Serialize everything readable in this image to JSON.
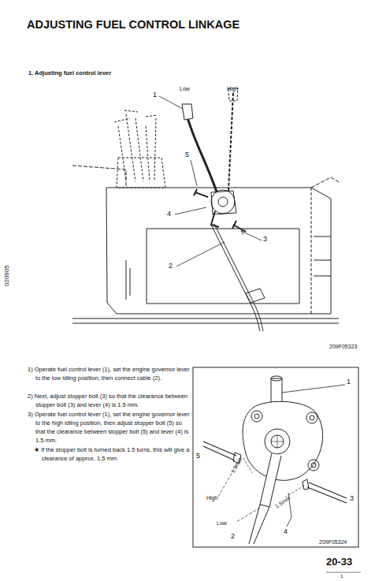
{
  "diagram": {
    "title": "ADJUSTING FUEL CONTROL LINKAGE",
    "labels": [
      "1. Adjusting fuel control lever",
      "1",
      "Low",
      "High",
      "5",
      "4",
      "3",
      "2",
      "209F05323",
      "020905",
      "1) Operate fuel control lever (1), set the engine governor lever to the low idling position, then connect cable (2).",
      "2) Next, adjust stopper bolt (3) so that the clearance between stopper bolt (3) and lever (4) is 1.5 mm.",
      "3) Operate fuel control lever (1), set the engine governor lever to the high idling position, then adjust stopper bolt (5) so that the clearance between stopper bolt (5) and lever (4) is 1.5 mm.",
      "★ If the stopper bolt is turned back 1.5 turns, this will give a clearance of approx. 1.5 mm.",
      "1",
      "5",
      "1.5mm",
      "High",
      "1.5mm",
      "Low",
      "3",
      "4",
      "2",
      "209F05324",
      "20-33",
      "1"
    ]
  }
}
